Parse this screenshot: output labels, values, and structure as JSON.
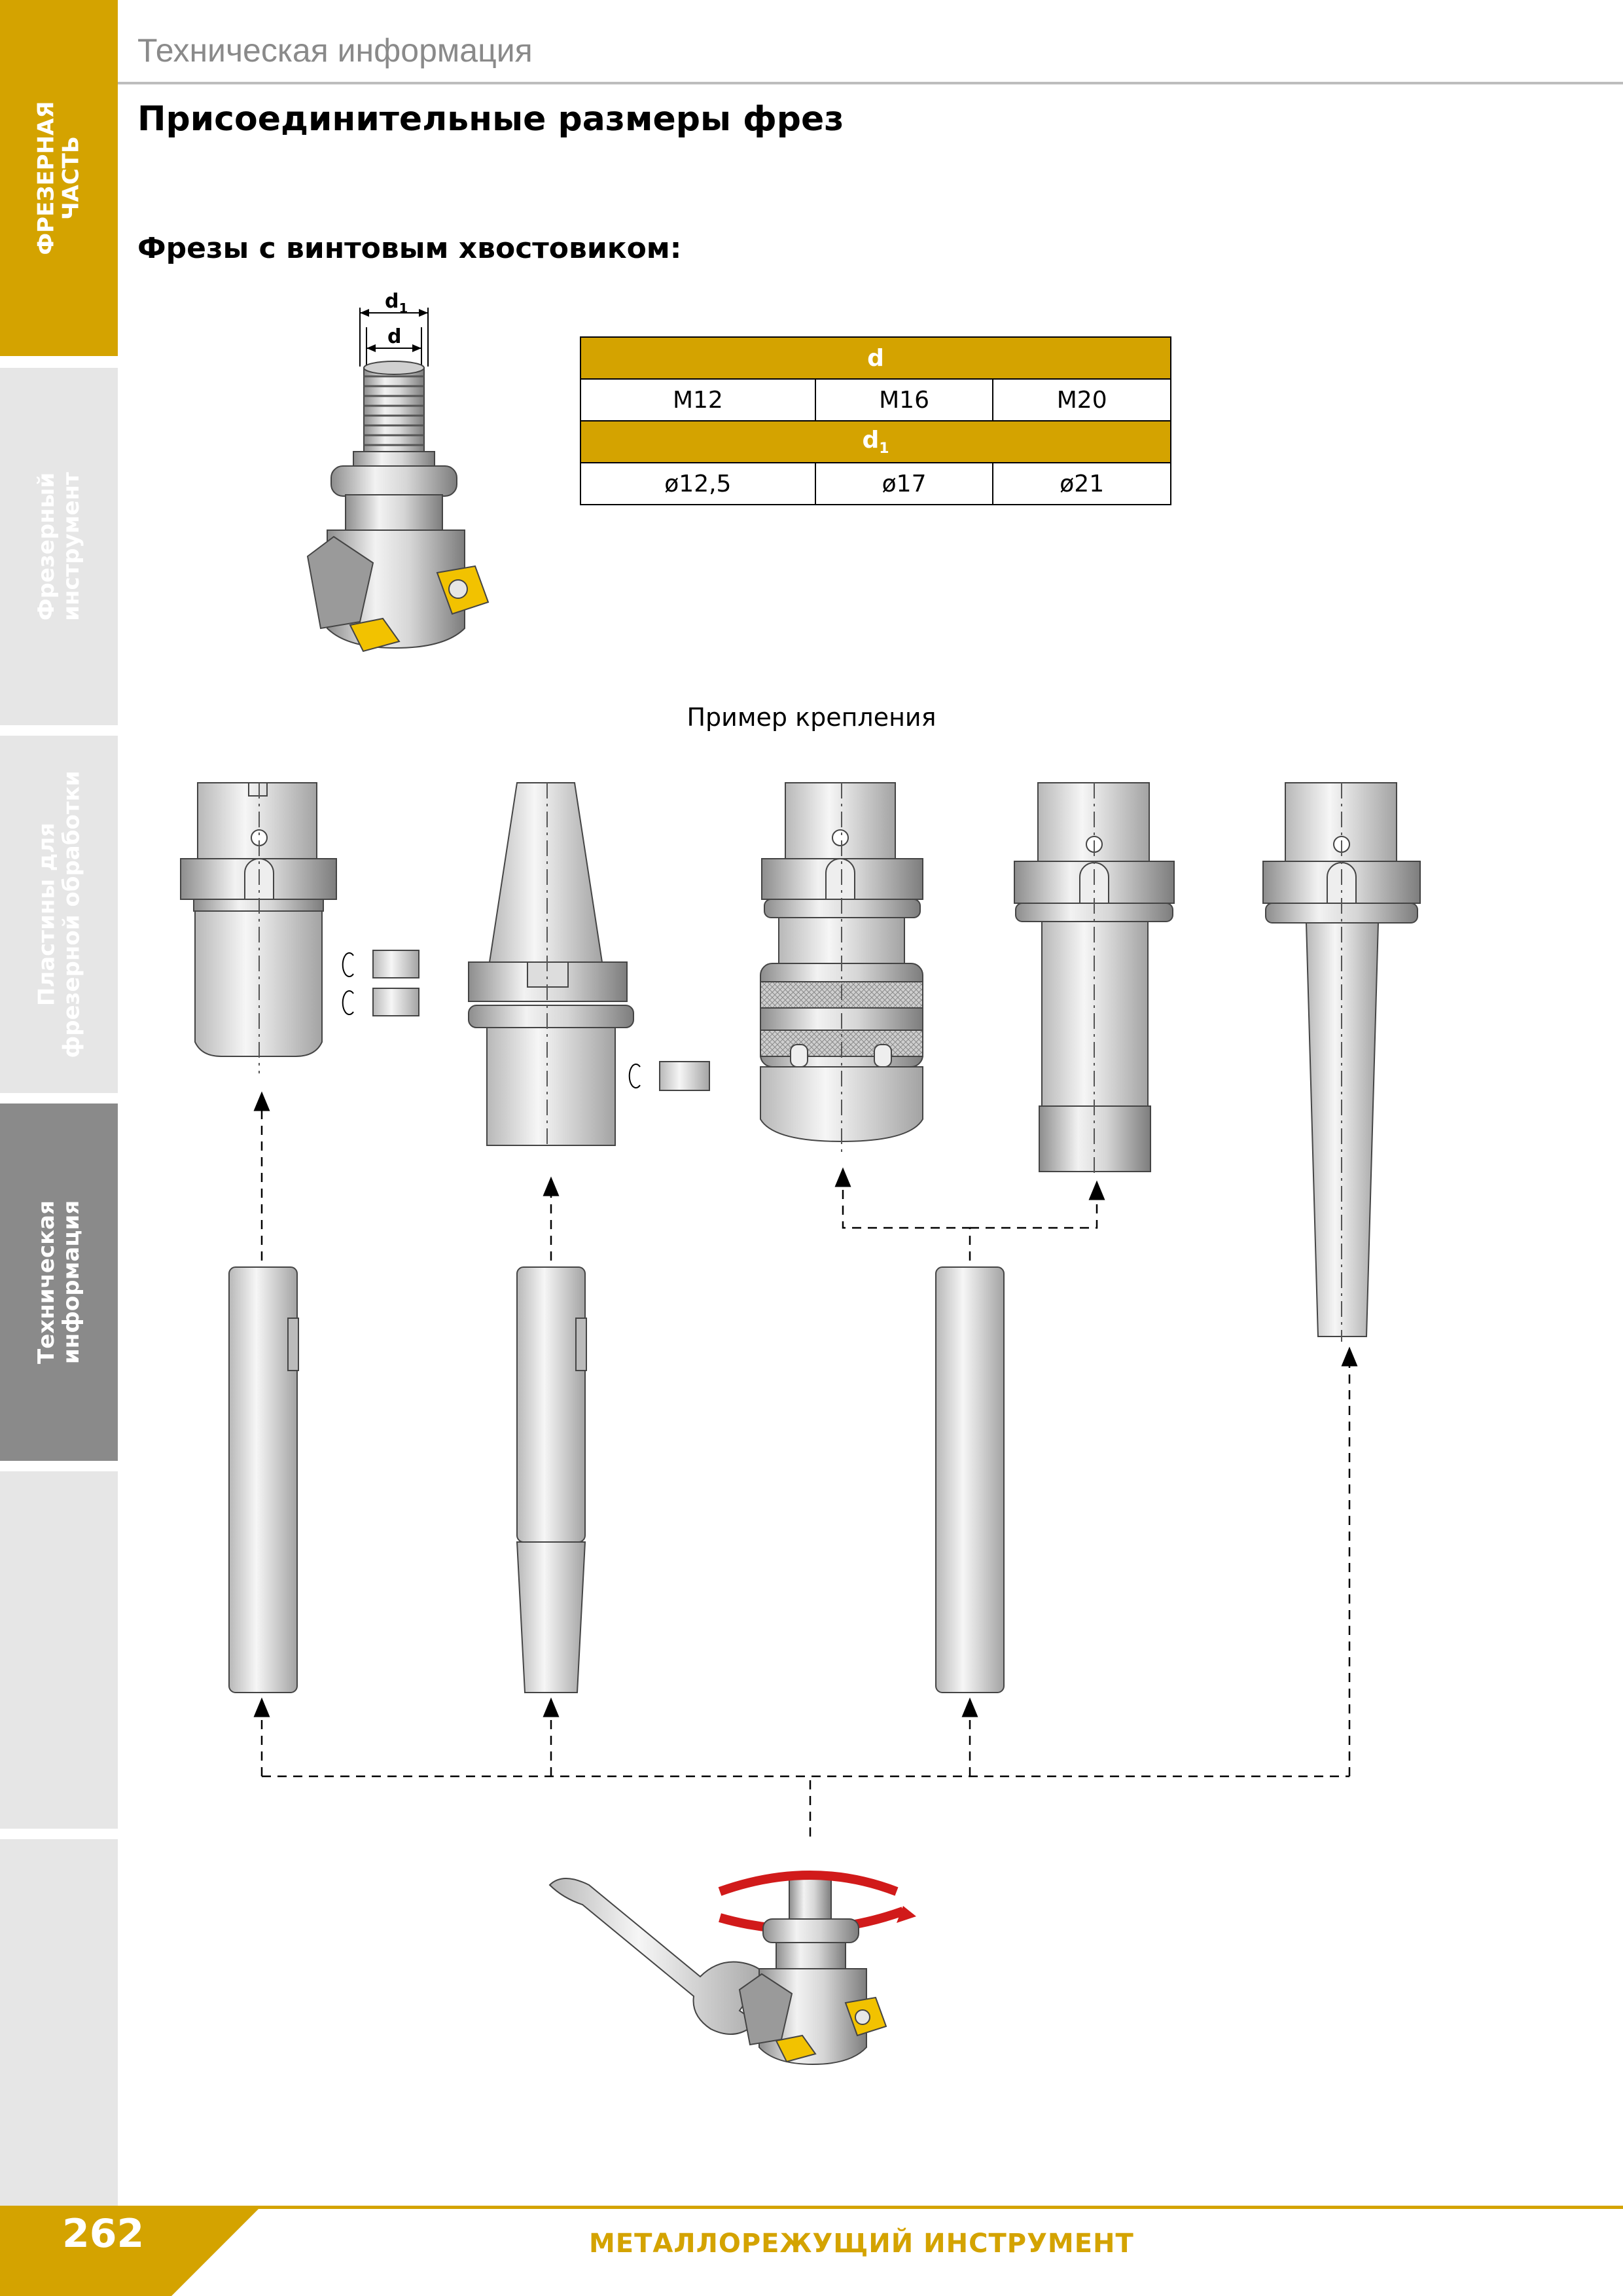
{
  "sidebar": {
    "tabs": [
      {
        "line1": "ФРЕЗЕРНАЯ",
        "line2": "ЧАСТЬ"
      },
      {
        "line1": "Фрезерный",
        "line2": "инструмент"
      },
      {
        "line1": "Пластины для",
        "line2": "фрезерной обработки"
      },
      {
        "line1": "Техническая",
        "line2": "информация"
      },
      {
        "line1": "",
        "line2": ""
      },
      {
        "line1": "",
        "line2": ""
      }
    ]
  },
  "header": {
    "section": "Техническая информация",
    "title": "Присоединительные размеры фрез"
  },
  "subsection": {
    "title": "Фрезы с винтовым хвостовиком:"
  },
  "figure_labels": {
    "d1": "d",
    "d1_sub": "1",
    "d": "d"
  },
  "table": {
    "header_d": "d",
    "row_d": [
      "M12",
      "M16",
      "M20"
    ],
    "header_d1": "d",
    "header_d1_sub": "1",
    "row_d1": [
      "ø12,5",
      "ø17",
      "ø21"
    ]
  },
  "example": {
    "caption": "Пример крепления"
  },
  "colors": {
    "accent": "#d4a300",
    "tab_active": "#8a8a8a",
    "tab_inactive": "#e6e6e6",
    "insert": "#f2c200"
  },
  "footer": {
    "page_number": "262",
    "title": "МЕТАЛЛОРЕЖУЩИЙ ИНСТРУМЕНТ"
  }
}
